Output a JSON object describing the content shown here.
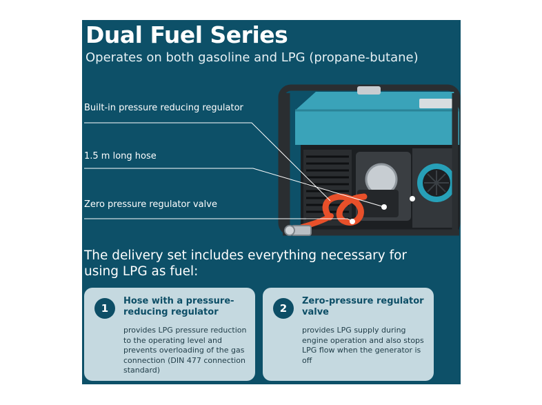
{
  "title": "Dual Fuel Series",
  "subtitle": "Operates on both gasoline and LPG (propane-butane)",
  "callouts": [
    "Built-in pressure reducing regulator",
    "1.5 m long hose",
    "Zero pressure regulator valve"
  ],
  "delivery_text": "The delivery set includes everything necessary for using LPG  as fuel:",
  "cards": [
    {
      "number": "1",
      "title": "Hose with a pressure-reducing regulator",
      "text": "provides LPG pressure reduction to the operating level and prevents overloading of the gas connection (DIN 477 connection standard)"
    },
    {
      "number": "2",
      "title": "Zero-pressure regulator valve",
      "text": "provides LPG supply during engine operation and also stops LPG flow when the generator is off"
    }
  ],
  "colors": {
    "panel_background": "#0d5068",
    "card_background": "#c5d9e0",
    "badge": "#0d4e66",
    "generator_body": "#3aa3b9",
    "hose": "#e8502a"
  }
}
